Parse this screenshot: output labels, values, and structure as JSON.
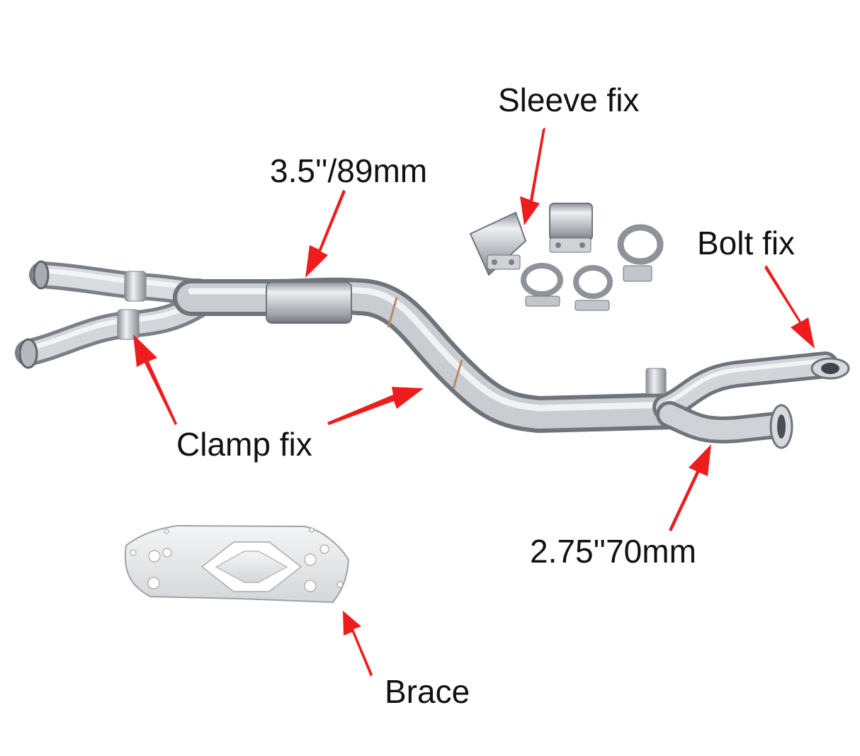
{
  "labels": {
    "sleeve_fix": "Sleeve fix",
    "main_diameter": "3.5''/89mm",
    "bolt_fix": "Bolt fix",
    "clamp_fix": "Clamp fix",
    "tail_diameter": "2.75''70mm",
    "brace": "Brace"
  },
  "colors": {
    "arrow": "#ee1c1c",
    "steel_light": "#eef0f2",
    "steel_dark": "#9ea2a8",
    "label_text": "#111111"
  }
}
